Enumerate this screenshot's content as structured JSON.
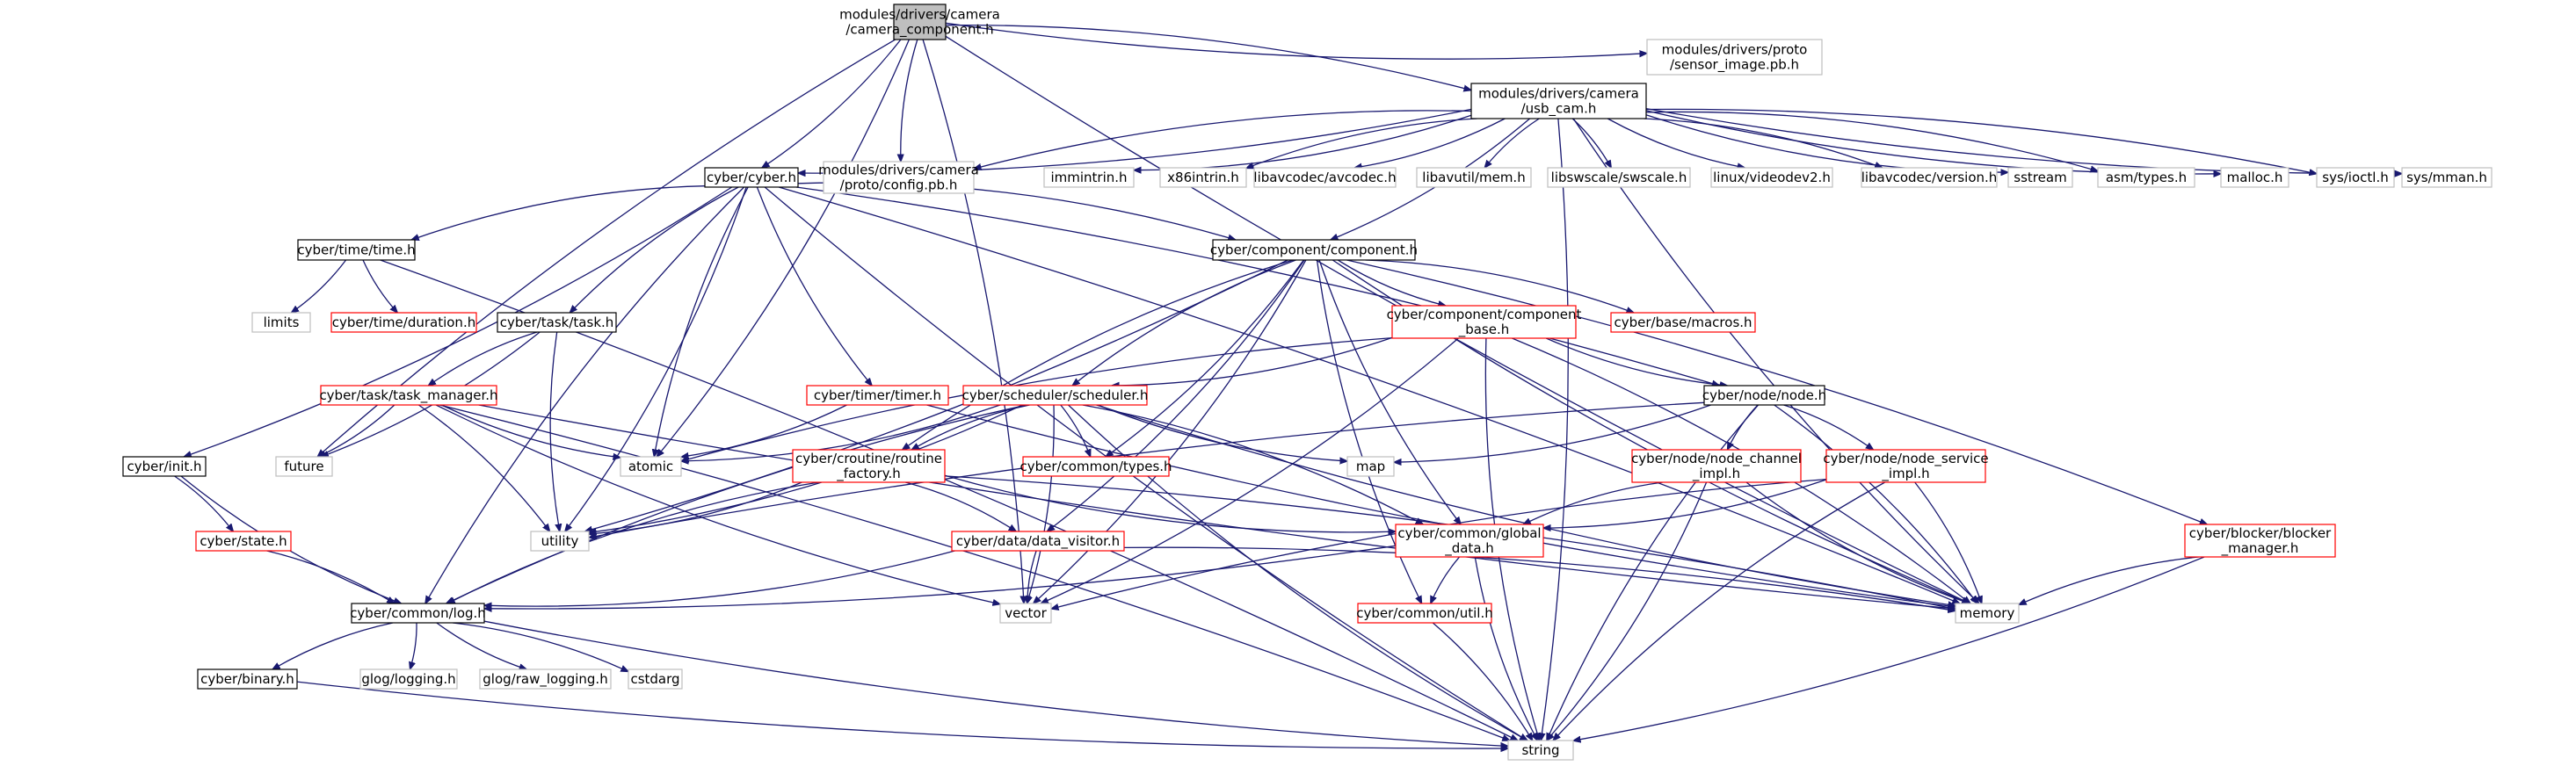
{
  "diagram": {
    "nodes": [
      {
        "id": "root",
        "lines": [
          "modules/drivers/camera",
          "/camera_component.h"
        ],
        "style": "root"
      },
      {
        "id": "usbcam",
        "lines": [
          "modules/drivers/camera",
          "/usb_cam.h"
        ],
        "style": "doc"
      },
      {
        "id": "sensorimg",
        "lines": [
          "modules/drivers/proto",
          "/sensor_image.pb.h"
        ],
        "style": "ext"
      },
      {
        "id": "cyberh",
        "lines": [
          "cyber/cyber.h"
        ],
        "style": "doc"
      },
      {
        "id": "configpb",
        "lines": [
          "modules/drivers/camera",
          "/proto/config.pb.h"
        ],
        "style": "ext"
      },
      {
        "id": "immintrin",
        "lines": [
          "immintrin.h"
        ],
        "style": "ext"
      },
      {
        "id": "x86intrin",
        "lines": [
          "x86intrin.h"
        ],
        "style": "ext"
      },
      {
        "id": "avcodec",
        "lines": [
          "libavcodec/avcodec.h"
        ],
        "style": "ext"
      },
      {
        "id": "avmem",
        "lines": [
          "libavutil/mem.h"
        ],
        "style": "ext"
      },
      {
        "id": "swscale",
        "lines": [
          "libswscale/swscale.h"
        ],
        "style": "ext"
      },
      {
        "id": "videodev2",
        "lines": [
          "linux/videodev2.h"
        ],
        "style": "ext"
      },
      {
        "id": "avversion",
        "lines": [
          "libavcodec/version.h"
        ],
        "style": "ext"
      },
      {
        "id": "sstream",
        "lines": [
          "sstream"
        ],
        "style": "ext"
      },
      {
        "id": "asmtypes",
        "lines": [
          "asm/types.h"
        ],
        "style": "ext"
      },
      {
        "id": "malloc",
        "lines": [
          "malloc.h"
        ],
        "style": "ext"
      },
      {
        "id": "ioctl",
        "lines": [
          "sys/ioctl.h"
        ],
        "style": "ext"
      },
      {
        "id": "mman",
        "lines": [
          "sys/mman.h"
        ],
        "style": "ext"
      },
      {
        "id": "timeh",
        "lines": [
          "cyber/time/time.h"
        ],
        "style": "doc"
      },
      {
        "id": "componenth",
        "lines": [
          "cyber/component/component.h"
        ],
        "style": "doc"
      },
      {
        "id": "limits",
        "lines": [
          "limits"
        ],
        "style": "ext"
      },
      {
        "id": "durationh",
        "lines": [
          "cyber/time/duration.h"
        ],
        "style": "red"
      },
      {
        "id": "taskh",
        "lines": [
          "cyber/task/task.h"
        ],
        "style": "doc"
      },
      {
        "id": "compbase",
        "lines": [
          "cyber/component/component",
          "_base.h"
        ],
        "style": "red"
      },
      {
        "id": "macros",
        "lines": [
          "cyber/base/macros.h"
        ],
        "style": "red"
      },
      {
        "id": "taskmgr",
        "lines": [
          "cyber/task/task_manager.h"
        ],
        "style": "red"
      },
      {
        "id": "timerh",
        "lines": [
          "cyber/timer/timer.h"
        ],
        "style": "red"
      },
      {
        "id": "scheduler",
        "lines": [
          "cyber/scheduler/scheduler.h"
        ],
        "style": "red"
      },
      {
        "id": "nodeh",
        "lines": [
          "cyber/node/node.h"
        ],
        "style": "doc"
      },
      {
        "id": "future",
        "lines": [
          "future"
        ],
        "style": "ext"
      },
      {
        "id": "atomic",
        "lines": [
          "atomic"
        ],
        "style": "ext"
      },
      {
        "id": "typesh",
        "lines": [
          "cyber/common/types.h"
        ],
        "style": "red"
      },
      {
        "id": "map",
        "lines": [
          "map"
        ],
        "style": "ext"
      },
      {
        "id": "inith",
        "lines": [
          "cyber/init.h"
        ],
        "style": "doc"
      },
      {
        "id": "routine",
        "lines": [
          "cyber/croutine/routine",
          "_factory.h"
        ],
        "style": "red"
      },
      {
        "id": "chanimpl",
        "lines": [
          "cyber/node/node_channel",
          "_impl.h"
        ],
        "style": "red"
      },
      {
        "id": "servimpl",
        "lines": [
          "cyber/node/node_service",
          "_impl.h"
        ],
        "style": "red"
      },
      {
        "id": "stateh",
        "lines": [
          "cyber/state.h"
        ],
        "style": "red"
      },
      {
        "id": "utility",
        "lines": [
          "utility"
        ],
        "style": "ext"
      },
      {
        "id": "globaldata",
        "lines": [
          "cyber/common/global",
          "_data.h"
        ],
        "style": "red"
      },
      {
        "id": "blocker",
        "lines": [
          "cyber/blocker/blocker",
          "_manager.h"
        ],
        "style": "red"
      },
      {
        "id": "visitor",
        "lines": [
          "cyber/data/data_visitor.h"
        ],
        "style": "red"
      },
      {
        "id": "logh",
        "lines": [
          "cyber/common/log.h"
        ],
        "style": "doc"
      },
      {
        "id": "vector",
        "lines": [
          "vector"
        ],
        "style": "ext"
      },
      {
        "id": "memory",
        "lines": [
          "memory"
        ],
        "style": "ext"
      },
      {
        "id": "utilh",
        "lines": [
          "cyber/common/util.h"
        ],
        "style": "red"
      },
      {
        "id": "binaryh",
        "lines": [
          "cyber/binary.h"
        ],
        "style": "doc"
      },
      {
        "id": "glog",
        "lines": [
          "glog/logging.h"
        ],
        "style": "ext"
      },
      {
        "id": "rawlog",
        "lines": [
          "glog/raw_logging.h"
        ],
        "style": "ext"
      },
      {
        "id": "cstdarg",
        "lines": [
          "cstdarg"
        ],
        "style": "ext"
      },
      {
        "id": "string",
        "lines": [
          "string"
        ],
        "style": "ext"
      }
    ],
    "edges": [
      [
        "root",
        "usbcam"
      ],
      [
        "root",
        "sensorimg"
      ],
      [
        "root",
        "cyberh"
      ],
      [
        "root",
        "configpb"
      ],
      [
        "root",
        "atomic"
      ],
      [
        "root",
        "future"
      ],
      [
        "root",
        "vector"
      ],
      [
        "root",
        "memory"
      ],
      [
        "usbcam",
        "cyberh"
      ],
      [
        "usbcam",
        "configpb"
      ],
      [
        "usbcam",
        "immintrin"
      ],
      [
        "usbcam",
        "x86intrin"
      ],
      [
        "usbcam",
        "avcodec"
      ],
      [
        "usbcam",
        "avmem"
      ],
      [
        "usbcam",
        "swscale"
      ],
      [
        "usbcam",
        "videodev2"
      ],
      [
        "usbcam",
        "avversion"
      ],
      [
        "usbcam",
        "sstream"
      ],
      [
        "usbcam",
        "asmtypes"
      ],
      [
        "usbcam",
        "malloc"
      ],
      [
        "usbcam",
        "ioctl"
      ],
      [
        "usbcam",
        "mman"
      ],
      [
        "usbcam",
        "string"
      ],
      [
        "usbcam",
        "memory"
      ],
      [
        "usbcam",
        "componenth"
      ],
      [
        "cyberh",
        "timeh"
      ],
      [
        "cyberh",
        "componenth"
      ],
      [
        "cyberh",
        "taskh"
      ],
      [
        "cyberh",
        "inith"
      ],
      [
        "cyberh",
        "timerh"
      ],
      [
        "cyberh",
        "nodeh"
      ],
      [
        "cyberh",
        "logh"
      ],
      [
        "cyberh",
        "utility"
      ],
      [
        "cyberh",
        "atomic"
      ],
      [
        "cyberh",
        "memory"
      ],
      [
        "cyberh",
        "string"
      ],
      [
        "timeh",
        "limits"
      ],
      [
        "timeh",
        "durationh"
      ],
      [
        "timeh",
        "string"
      ],
      [
        "componenth",
        "compbase"
      ],
      [
        "componenth",
        "macros"
      ],
      [
        "componenth",
        "scheduler"
      ],
      [
        "componenth",
        "typesh"
      ],
      [
        "componenth",
        "routine"
      ],
      [
        "componenth",
        "visitor"
      ],
      [
        "componenth",
        "globaldata"
      ],
      [
        "componenth",
        "blocker"
      ],
      [
        "componenth",
        "utilh"
      ],
      [
        "componenth",
        "vector"
      ],
      [
        "componenth",
        "memory"
      ],
      [
        "componenth",
        "utility"
      ],
      [
        "compbase",
        "nodeh"
      ],
      [
        "compbase",
        "scheduler"
      ],
      [
        "compbase",
        "atomic"
      ],
      [
        "compbase",
        "vector"
      ],
      [
        "compbase",
        "string"
      ],
      [
        "compbase",
        "memory"
      ],
      [
        "taskh",
        "taskmgr"
      ],
      [
        "taskh",
        "future"
      ],
      [
        "taskh",
        "utility"
      ],
      [
        "taskmgr",
        "future"
      ],
      [
        "taskmgr",
        "atomic"
      ],
      [
        "taskmgr",
        "utility"
      ],
      [
        "taskmgr",
        "vector"
      ],
      [
        "taskmgr",
        "string"
      ],
      [
        "taskmgr",
        "memory"
      ],
      [
        "timerh",
        "atomic"
      ],
      [
        "timerh",
        "memory"
      ],
      [
        "scheduler",
        "atomic"
      ],
      [
        "scheduler",
        "map"
      ],
      [
        "scheduler",
        "typesh"
      ],
      [
        "scheduler",
        "routine"
      ],
      [
        "scheduler",
        "globaldata"
      ],
      [
        "scheduler",
        "logh"
      ],
      [
        "scheduler",
        "vector"
      ],
      [
        "scheduler",
        "string"
      ],
      [
        "scheduler",
        "utility"
      ],
      [
        "scheduler",
        "memory"
      ],
      [
        "nodeh",
        "map"
      ],
      [
        "nodeh",
        "chanimpl"
      ],
      [
        "nodeh",
        "servimpl"
      ],
      [
        "nodeh",
        "utility"
      ],
      [
        "nodeh",
        "memory"
      ],
      [
        "nodeh",
        "string"
      ],
      [
        "routine",
        "utility"
      ],
      [
        "routine",
        "logh"
      ],
      [
        "routine",
        "visitor"
      ],
      [
        "routine",
        "globaldata"
      ],
      [
        "routine",
        "memory"
      ],
      [
        "chanimpl",
        "globaldata"
      ],
      [
        "chanimpl",
        "string"
      ],
      [
        "chanimpl",
        "memory"
      ],
      [
        "servimpl",
        "globaldata"
      ],
      [
        "servimpl",
        "string"
      ],
      [
        "servimpl",
        "memory"
      ],
      [
        "servimpl",
        "vector"
      ],
      [
        "inith",
        "stateh"
      ],
      [
        "inith",
        "logh"
      ],
      [
        "stateh",
        "logh"
      ],
      [
        "globaldata",
        "utilh"
      ],
      [
        "globaldata",
        "logh"
      ],
      [
        "globaldata",
        "string"
      ],
      [
        "visitor",
        "logh"
      ],
      [
        "visitor",
        "vector"
      ],
      [
        "visitor",
        "memory"
      ],
      [
        "blocker",
        "memory"
      ],
      [
        "blocker",
        "string"
      ],
      [
        "logh",
        "binaryh"
      ],
      [
        "logh",
        "glog"
      ],
      [
        "logh",
        "rawlog"
      ],
      [
        "logh",
        "cstdarg"
      ],
      [
        "logh",
        "string"
      ],
      [
        "utilh",
        "string"
      ],
      [
        "binaryh",
        "string"
      ]
    ]
  }
}
